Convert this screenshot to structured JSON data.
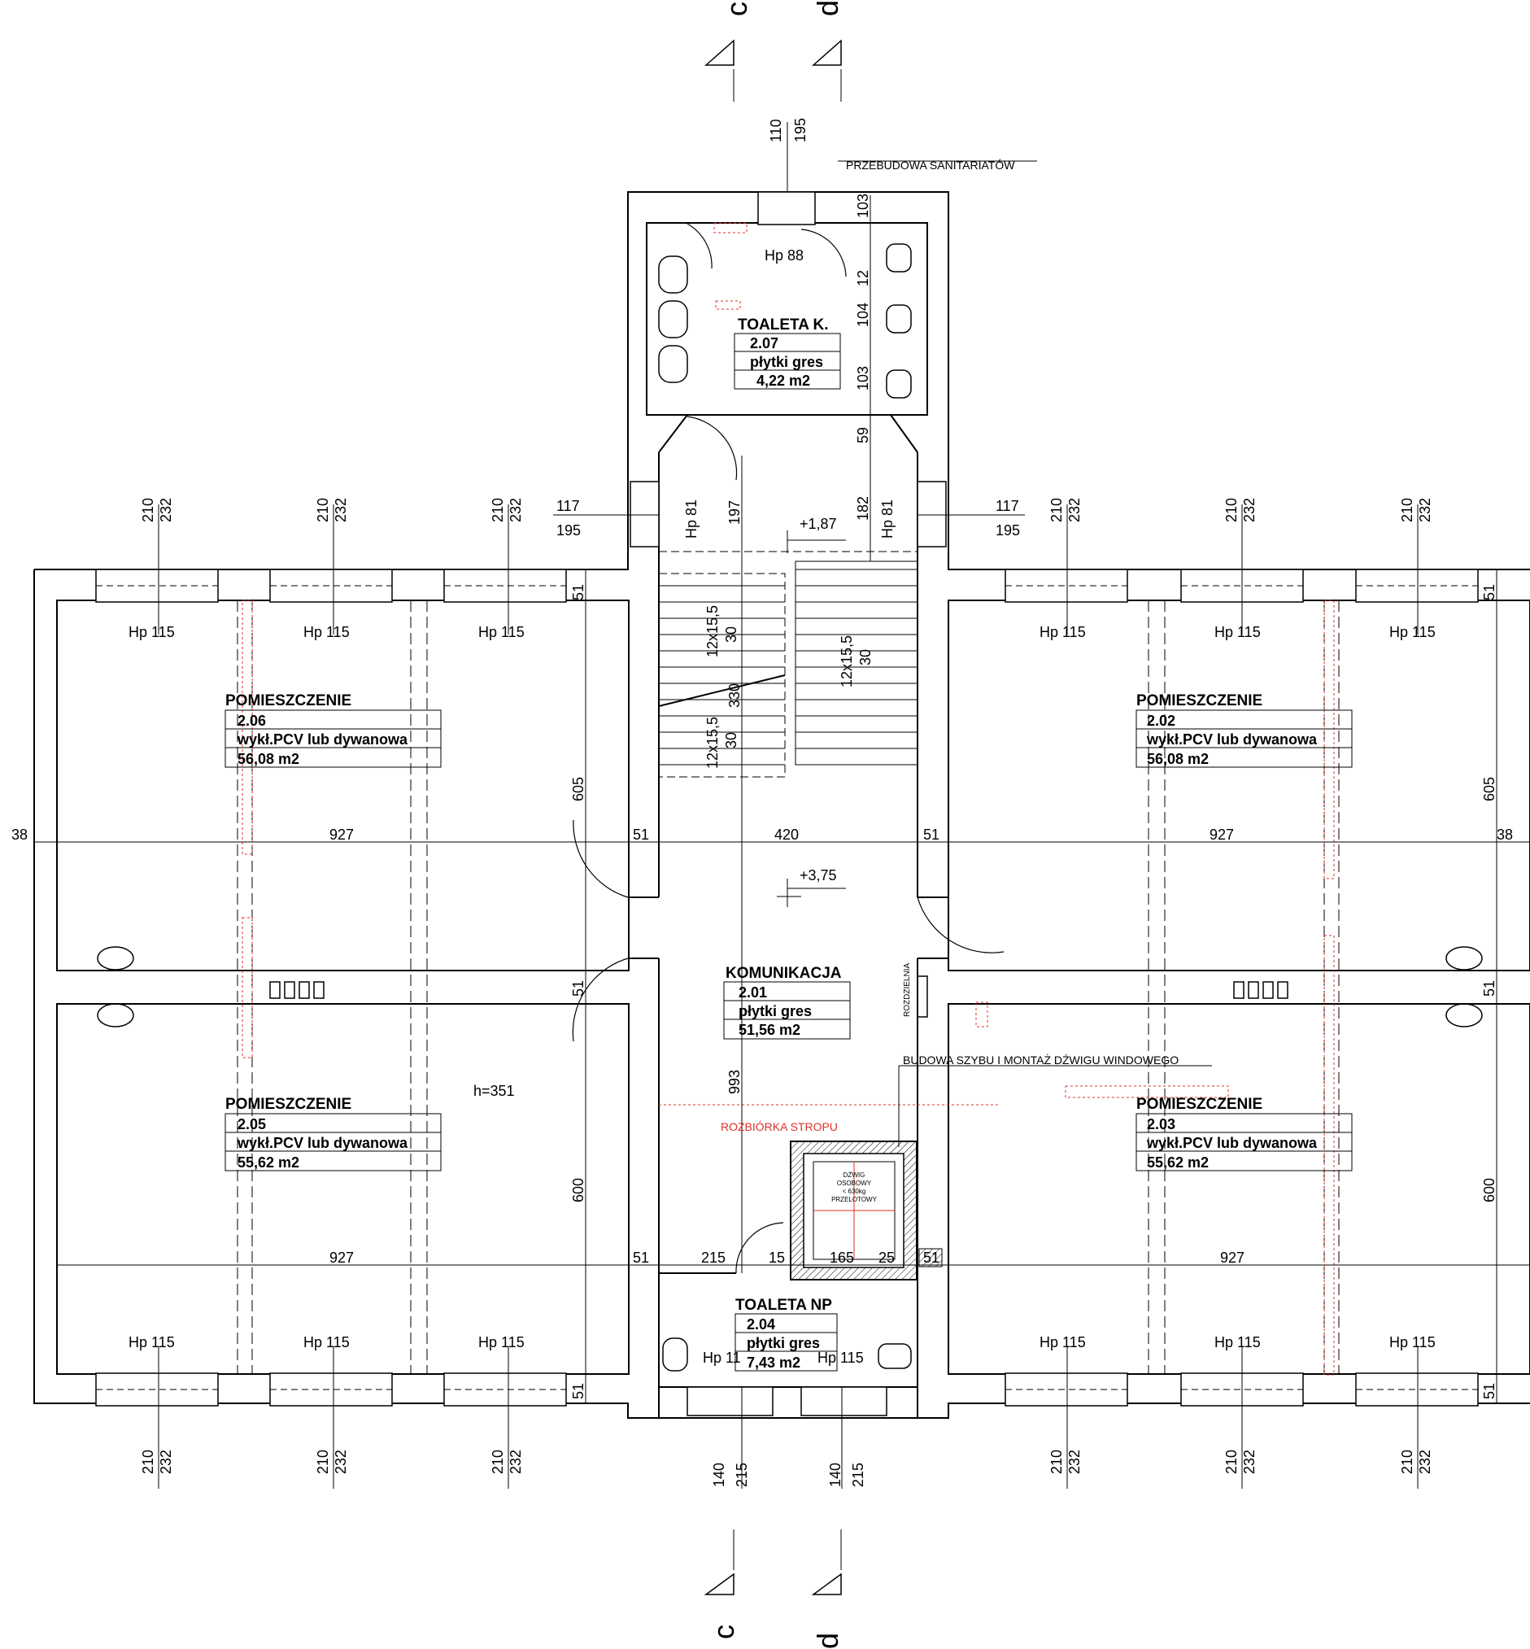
{
  "section_markers": {
    "c": "c",
    "d": "d"
  },
  "notes": {
    "sanitary": "PRZEBUDOWA SANITARIATÓW",
    "elevator": "BUDOWA SZYBU I MONTAŻ DŹWIGU WINDOWEGO",
    "demolition": "ROZBIÓRKA STROPU",
    "distribution": "ROZDZIELNIA",
    "elevator_cab": [
      "DŹWIG",
      "OSOBOWY",
      "< 630kg",
      "PRZELOTOWY"
    ]
  },
  "levels": {
    "landing": "+1,87",
    "floor": "+3,75",
    "height": "h=351"
  },
  "rooms": [
    {
      "name": "TOALETA K.",
      "number": "2.07",
      "finish": "płytki gres",
      "area": "4,22 m2"
    },
    {
      "name": "POMIESZCZENIE",
      "number": "2.06",
      "finish": "wykł.PCV lub dywanowa",
      "area": "56,08 m2"
    },
    {
      "name": "POMIESZCZENIE",
      "number": "2.02",
      "finish": "wykł.PCV lub dywanowa",
      "area": "56,08 m2"
    },
    {
      "name": "KOMUNIKACJA",
      "number": "2.01",
      "finish": "płytki gres",
      "area": "51,56 m2"
    },
    {
      "name": "POMIESZCZENIE",
      "number": "2.05",
      "finish": "wykł.PCV lub dywanowa",
      "area": "55,62 m2"
    },
    {
      "name": "POMIESZCZENIE",
      "number": "2.03",
      "finish": "wykł.PCV lub dywanowa",
      "area": "55,62 m2"
    },
    {
      "name": "TOALETA NP",
      "number": "2.04",
      "finish": "płytki gres",
      "area": "7,43 m2"
    }
  ],
  "windows": {
    "hp115": "Hp 115",
    "hp81": "Hp 81",
    "hp88": "Hp 88",
    "hp115b": "Hp 115",
    "hp11x": "Hp 11",
    "w210": "210",
    "w232": "232",
    "w117": "117",
    "w195": "195",
    "w110": "110",
    "w140": "140",
    "w215": "215"
  },
  "dimensions": {
    "d927": "927",
    "d420": "420",
    "d51": "51",
    "d38": "38",
    "d605": "605",
    "d600": "600",
    "d993": "993",
    "d197": "197",
    "d182": "182",
    "d330": "330",
    "d103": "103",
    "d104": "104",
    "d12": "12",
    "d59": "59",
    "d215": "215",
    "d15": "15",
    "d165": "165",
    "d25": "25",
    "stairs": "12x15,5",
    "d30": "30"
  }
}
